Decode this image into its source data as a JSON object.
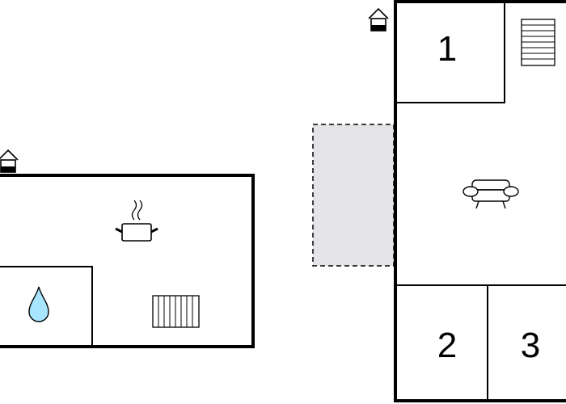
{
  "floor_plan": {
    "rooms": [
      {
        "id": "bedroom-1",
        "label": "1"
      },
      {
        "id": "bedroom-2",
        "label": "2"
      },
      {
        "id": "bedroom-3",
        "label": "3"
      }
    ],
    "icons": [
      "entrance-house-icon",
      "stairs-icon",
      "sofa-icon",
      "cooking-pot-icon",
      "water-drop-icon",
      "radiator-icon"
    ],
    "colors": {
      "wall": "#000000",
      "terrace_fill": "#e4e4e8",
      "water_drop": "#a8e6ff",
      "background": "#ffffff"
    }
  }
}
